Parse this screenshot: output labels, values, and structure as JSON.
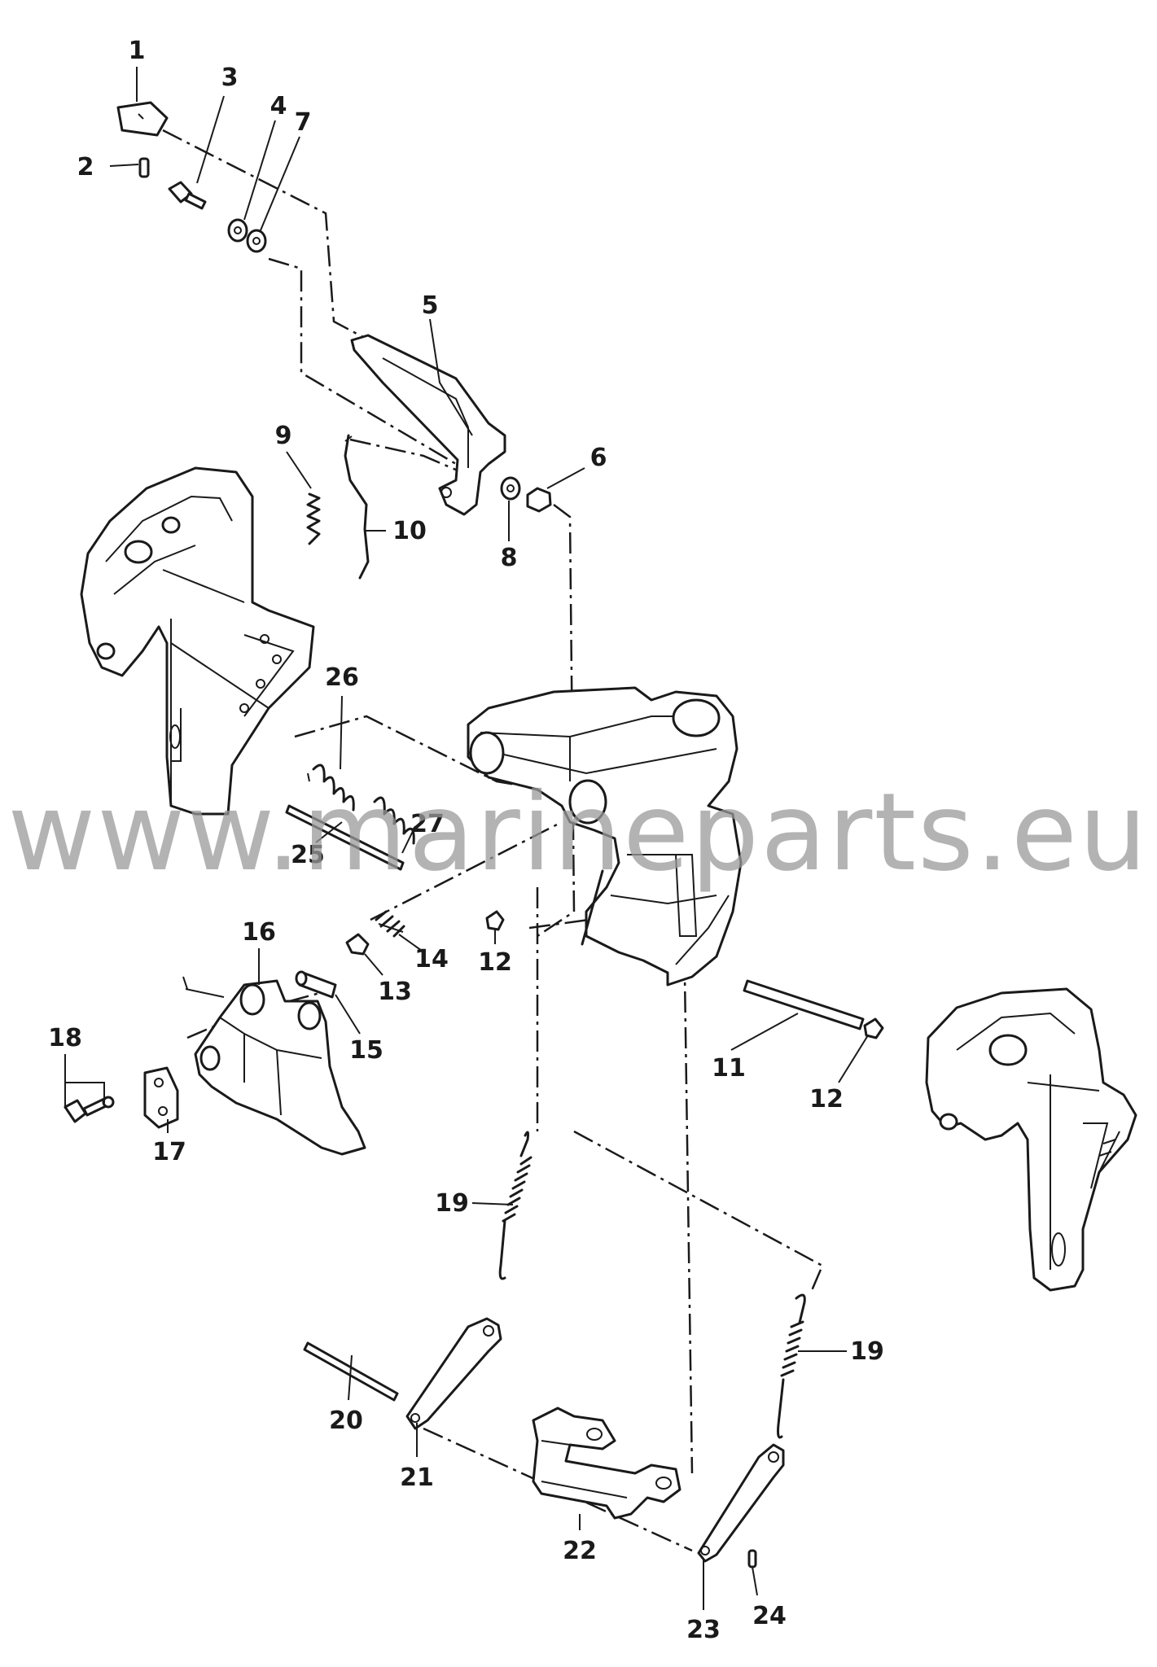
{
  "watermark": "www.marineparts.eu",
  "labels": {
    "p1": "1",
    "p2": "2",
    "p3": "3",
    "p4": "4",
    "p5": "5",
    "p6": "6",
    "p7": "7",
    "p8": "8",
    "p9": "9",
    "p10": "10",
    "p11": "11",
    "p12a": "12",
    "p12b": "12",
    "p13": "13",
    "p14": "14",
    "p15": "15",
    "p16": "16",
    "p17": "17",
    "p18": "18",
    "p19a": "19",
    "p19b": "19",
    "p20": "20",
    "p21": "21",
    "p22": "22",
    "p23": "23",
    "p24": "24",
    "p25": "25",
    "p26": "26",
    "p27": "27"
  }
}
